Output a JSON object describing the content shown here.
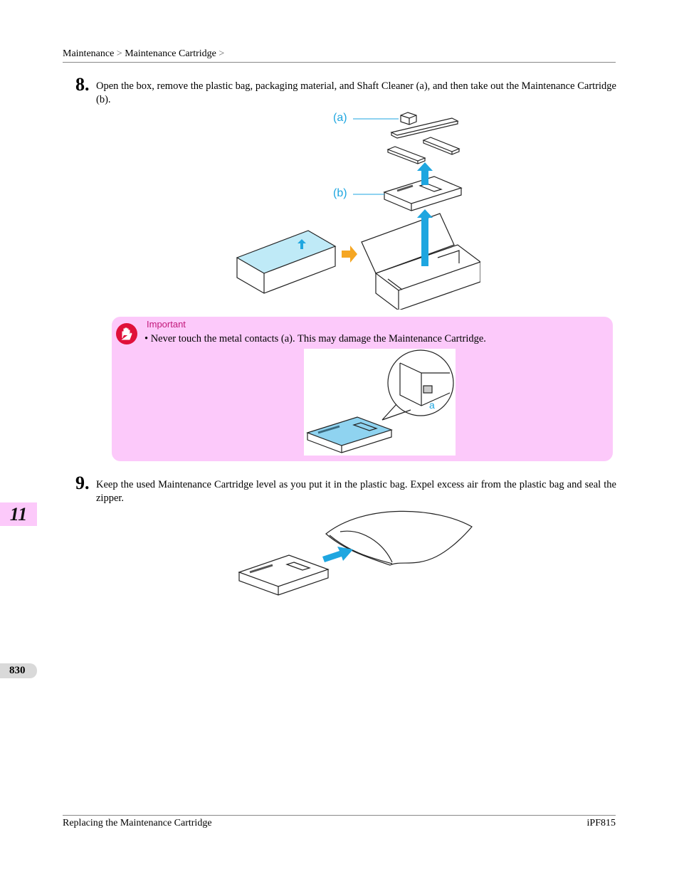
{
  "header": {
    "crumb1": "Maintenance",
    "crumb2": "Maintenance Cartridge",
    "sep": ">"
  },
  "step8": {
    "number": "8.",
    "text": "Open the box, remove the plastic bag, packaging material, and Shaft Cleaner (a), and then take out the Maintenance Cartridge (b).",
    "label_a": "(a)",
    "label_b": "(b)"
  },
  "important": {
    "title": "Important",
    "bullet": "•",
    "text": "Never touch the metal contacts (a). This may damage the Maintenance Cartridge.",
    "label_a": "a"
  },
  "step9": {
    "number": "9.",
    "text": "Keep the used Maintenance Cartridge level as you put it in the plastic bag. Expel excess air from the plastic bag and seal the zipper."
  },
  "side": {
    "chapter": "11",
    "page": "830"
  },
  "footer": {
    "left": "Replacing the Maintenance Cartridge",
    "right": "iPF815"
  },
  "colors": {
    "accent_blue": "#1ea6e0",
    "important_bg": "#fcc9fa",
    "important_title": "#c2187a",
    "arrow_orange": "#f5a623",
    "icon_red": "#e0103a"
  }
}
